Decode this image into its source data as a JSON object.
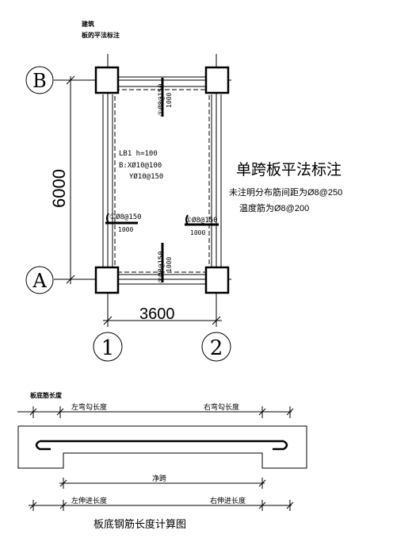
{
  "header": {
    "line1": "建筑",
    "line2": "板的平法标注"
  },
  "plan": {
    "axis_b": "B",
    "axis_a": "A",
    "axis_1": "1",
    "axis_2": "2",
    "dim_vertical": "6000",
    "dim_horizontal": "3600",
    "top_bar_label": "①Ø8@150",
    "top_bar_len": "1000",
    "bottom_bar_label": "①Ø8@150",
    "bottom_bar_len": "1000",
    "left_bar_label": "①Ø8@150",
    "left_bar_len": "1000",
    "right_bar_label": "①Ø8@150",
    "right_bar_len": "1000",
    "slab_line1": "LB1  h=100",
    "slab_line2": "B:XØ10@100",
    "slab_line3": "YØ10@150"
  },
  "notes": {
    "title": "单跨板平法标注",
    "line1": "未注明分布筋间距为Ø8@250",
    "line2": "温度筋为Ø8@200"
  },
  "detail": {
    "heading": "板底筋长度",
    "left_hook": "左弯勾长度",
    "right_hook": "右弯勾长度",
    "clear_span": "净跨",
    "left_extend": "左伸进长度",
    "right_extend": "右伸进长度",
    "caption": "板底钢筋长度计算图"
  }
}
